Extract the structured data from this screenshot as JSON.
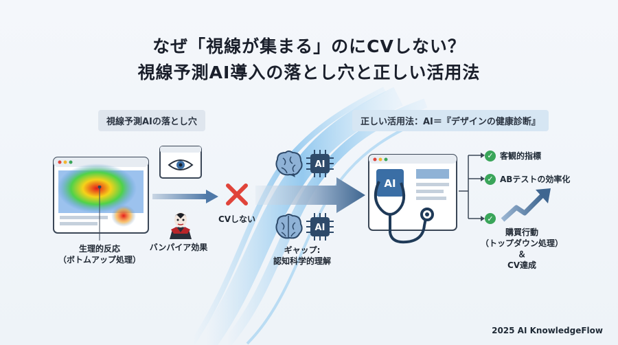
{
  "title": {
    "line1": "なぜ「視線が集まる」のにCVしない？",
    "line2": "視線予測AI導入の落とし穴と正しい活用法"
  },
  "left": {
    "section_label": "視線予測AIの落とし穴",
    "heatmap_caption_1": "生理的反応",
    "heatmap_caption_2": "（ボトムアップ処理）",
    "vampire_label": "バンパイア効果",
    "cv_fail_label": "CVしない"
  },
  "middle": {
    "chip_text": "AI",
    "gap_label_1": "ギャップ:",
    "gap_label_2": "認知科学的理解"
  },
  "right": {
    "section_label": "正しい活用法：AI＝『デザインの健康診断』",
    "chip_text": "AI",
    "benefits": [
      "客観的指標",
      "ABテストの効率化"
    ],
    "purchase_label_1": "購買行動",
    "purchase_label_2": "（トップダウン処理）",
    "purchase_label_3": "＆",
    "purchase_label_4": "CV達成",
    "check_glyph": "✓"
  },
  "footer": "2025 AI KnowledgeFlow",
  "colors": {
    "accent_blue": "#3a6ea5",
    "arrow_blue": "#4f79a8",
    "error_red": "#e0443a",
    "check_green": "#3aa55a"
  }
}
